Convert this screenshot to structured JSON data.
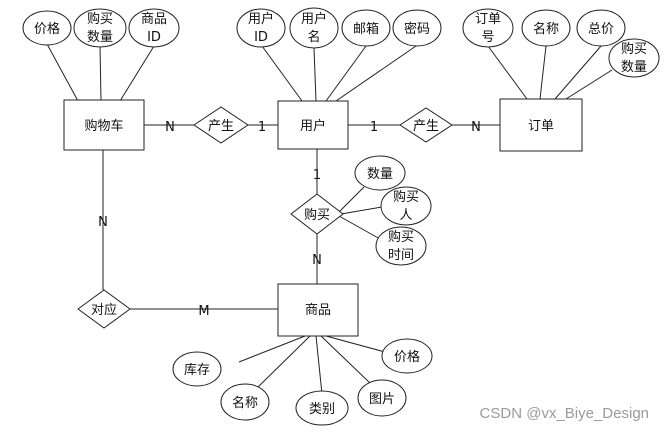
{
  "entities": {
    "cart": "购物车",
    "user": "用户",
    "order": "订单",
    "product": "商品"
  },
  "relations": {
    "cart_user": "产生",
    "user_order": "产生",
    "buy": "购买",
    "cart_product": "对应"
  },
  "cart_attrs": {
    "price": "价格",
    "qty_l1": "购买",
    "qty_l2": "数量",
    "pid_l1": "商品",
    "pid_l2": "ID"
  },
  "user_attrs": {
    "uid_l1": "用户",
    "uid_l2": "ID",
    "uname_l1": "用户",
    "uname_l2": "名",
    "email": "邮箱",
    "password": "密码"
  },
  "order_attrs": {
    "ono_l1": "订单",
    "ono_l2": "号",
    "name": "名称",
    "total": "总价",
    "qty_l1": "购买",
    "qty_l2": "数量"
  },
  "buy_attrs": {
    "qty": "数量",
    "buyer_l1": "购买",
    "buyer_l2": "人",
    "time_l1": "购买",
    "time_l2": "时间"
  },
  "product_attrs": {
    "stock": "库存",
    "name": "名称",
    "category": "类别",
    "image": "图片",
    "price": "价格"
  },
  "cardinalities": {
    "cart_rel": "N",
    "user_cartrel": "1",
    "user_orderrel": "1",
    "order_rel": "N",
    "user_buy": "1",
    "buy_product": "N",
    "cart_corr": "N",
    "corr_product": "M"
  },
  "watermark": "CSDN @vx_Biye_Design"
}
